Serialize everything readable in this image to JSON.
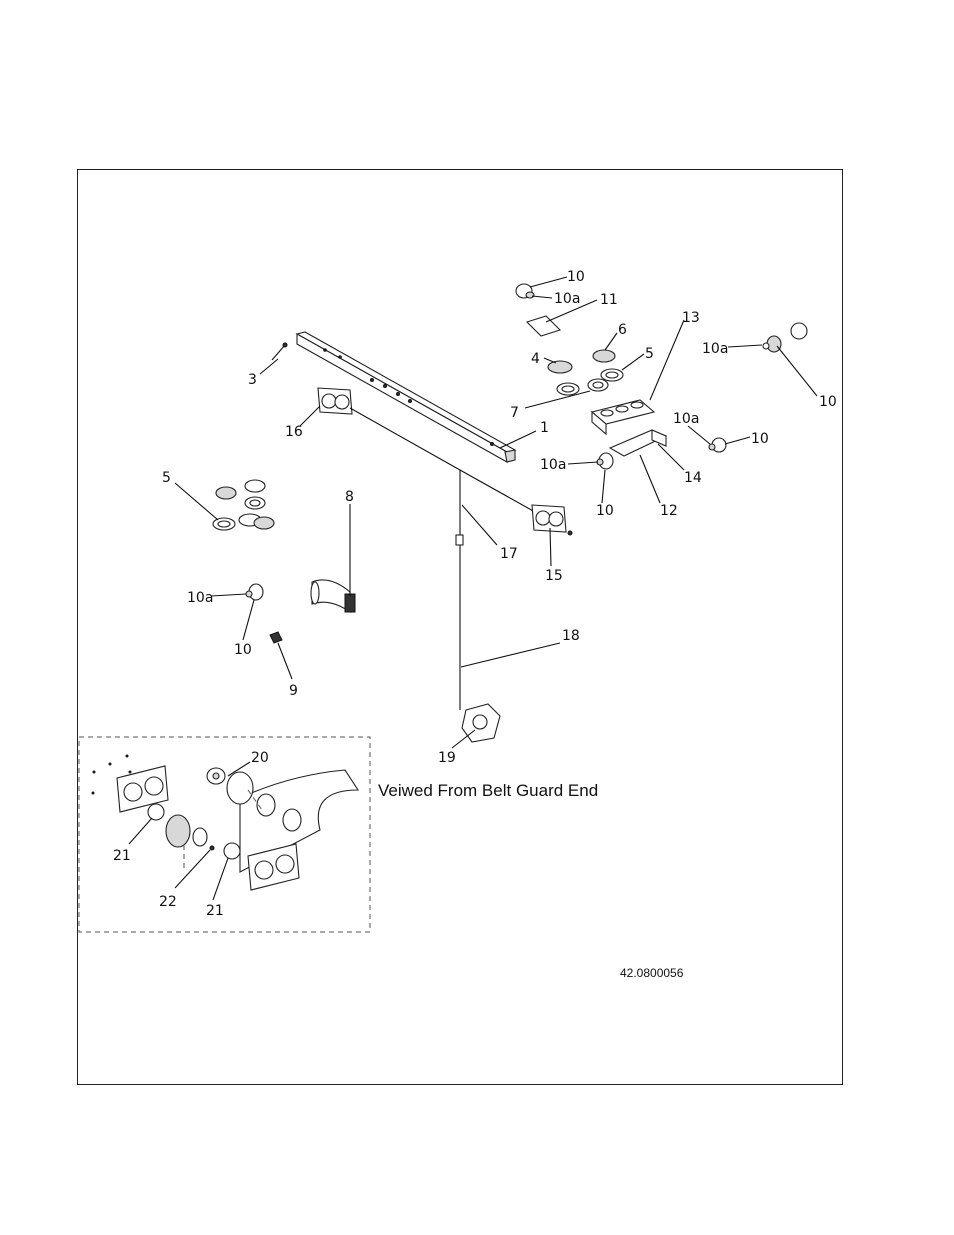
{
  "caption": "Veiwed From Belt Guard End",
  "drawing_number": "42.0800056",
  "callouts": {
    "c10_top": "10",
    "c10a_top": "10a",
    "c11": "11",
    "c13": "13",
    "c6": "6",
    "c4": "4",
    "c5_right": "5",
    "c7": "7",
    "c10a_r1": "10a",
    "c10_r1": "10",
    "c10a_r2": "10a",
    "c10_r2": "10",
    "c10a_mid": "10a",
    "c10_mid": "10",
    "c14": "14",
    "c12": "12",
    "c3": "3",
    "c16": "16",
    "c1": "1",
    "c5_left": "5",
    "c8": "8",
    "c17": "17",
    "c15": "15",
    "c10a_left": "10a",
    "c10_left": "10",
    "c9": "9",
    "c18": "18",
    "c19": "19",
    "c20": "20",
    "c21_a": "21",
    "c22": "22",
    "c21_b": "21"
  }
}
